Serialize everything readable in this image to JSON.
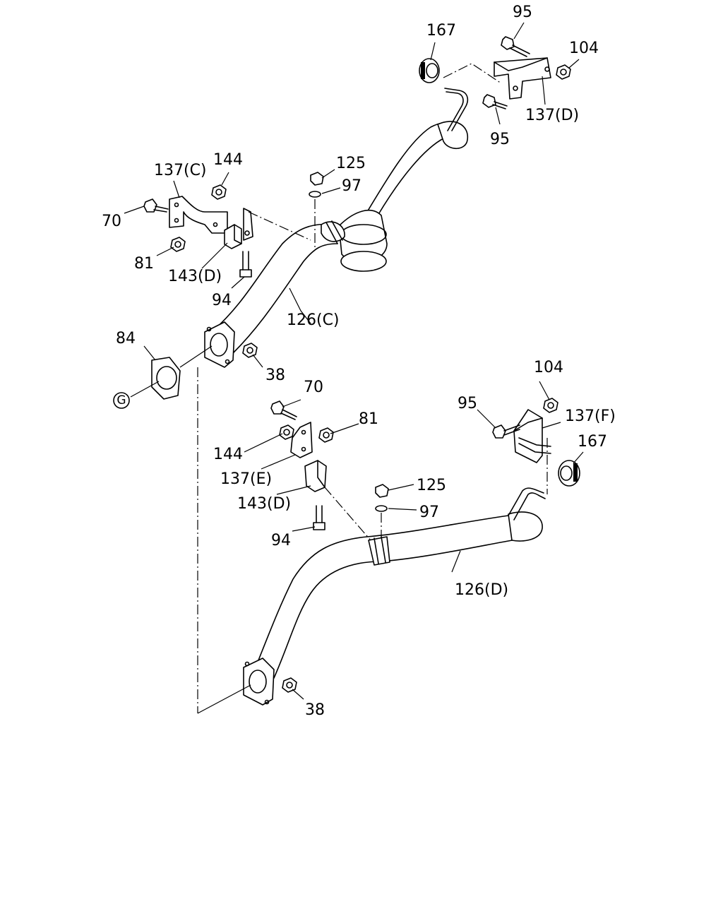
{
  "labels": {
    "l167_top": "167",
    "l95_top": "95",
    "l104_top": "104",
    "l137d": "137(D)",
    "l95_mid": "95",
    "l137c": "137(C)",
    "l144_top": "144",
    "l125_top": "125",
    "l97_top": "97",
    "l70_top": "70",
    "l81_top": "81",
    "l143d_top": "143(D)",
    "l94_top": "94",
    "l126c": "126(C)",
    "l84": "84",
    "l38_top": "38",
    "l104_bot": "104",
    "l95_bot": "95",
    "l137f": "137(F)",
    "l167_bot": "167",
    "l70_bot": "70",
    "l81_bot": "81",
    "l144_bot": "144",
    "l137e": "137(E)",
    "l143d_bot": "143(D)",
    "l125_bot": "125",
    "l97_bot": "97",
    "l94_bot": "94",
    "l126d": "126(D)",
    "l38_bot": "38"
  },
  "reference_marker": "G"
}
